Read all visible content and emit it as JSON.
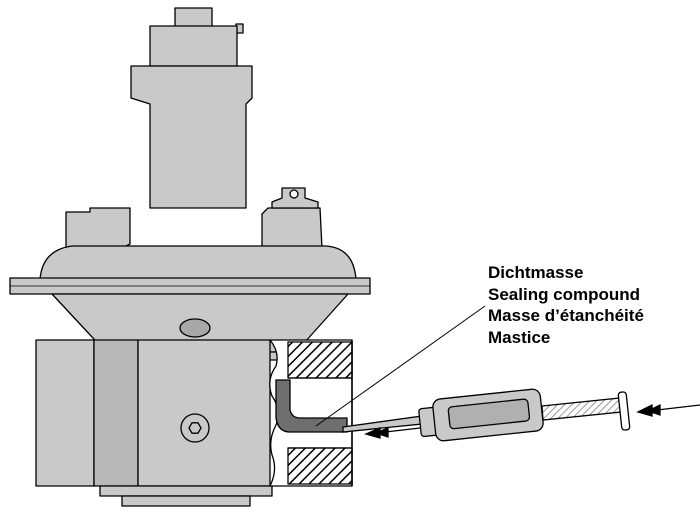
{
  "callout": {
    "lines": [
      "Dichtmasse",
      "Sealing compound",
      "Masse d’étanchéité",
      "Mastice"
    ]
  },
  "colors": {
    "body_fill": "#c9c9c9",
    "body_shade": "#b4b4b4",
    "outline": "#000000",
    "compound": "#6f6f6f",
    "background": "#ffffff"
  },
  "icons": [
    "hex-socket-screw-icon",
    "arrow-icon"
  ]
}
